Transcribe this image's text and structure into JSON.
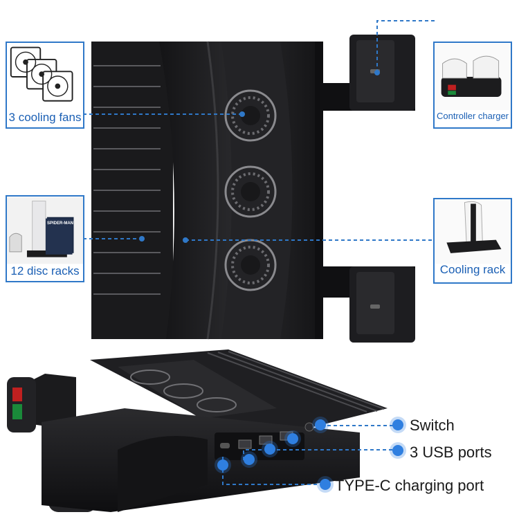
{
  "callouts": {
    "fans": "3 cooling fans",
    "discs": "12 disc racks",
    "controller": "Controller charger",
    "cooling": "Cooling rack"
  },
  "ports": {
    "switch": "Switch",
    "usb": "3 USB ports",
    "typec": "TYPE-C charging port"
  },
  "thumb_game_title": "SPIDER-MAN",
  "colors": {
    "accent": "#2f78c8",
    "dot": "#2f7fe0",
    "product": "#1b1b1d"
  }
}
